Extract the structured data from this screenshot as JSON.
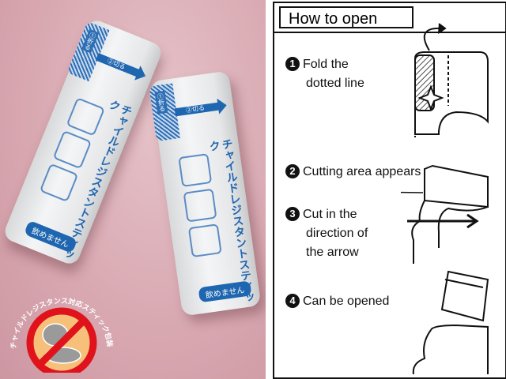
{
  "product": {
    "stick_title_line1": "チャイルドレジスタント",
    "stick_title_line2": "スティック",
    "step1_fold": "①折る",
    "step2_cut": "②切る",
    "not_drinkable": "飲めません",
    "logo_text": "チャイルドレジスタンス対応スティック包装"
  },
  "instructions": {
    "title": "How to open",
    "steps": [
      {
        "number": "1",
        "text_lines": [
          "Fold the",
          "dotted line"
        ]
      },
      {
        "number": "2",
        "text_lines": [
          "Cutting area appears"
        ]
      },
      {
        "number": "3",
        "text_lines": [
          "Cut in the",
          "direction of",
          "the arrow"
        ]
      },
      {
        "number": "4",
        "text_lines": [
          "Can be opened"
        ]
      }
    ]
  },
  "colors": {
    "brand_blue": "#1f66b0",
    "background_pink": "#d9a9b2",
    "logo_red": "#e0121b"
  }
}
